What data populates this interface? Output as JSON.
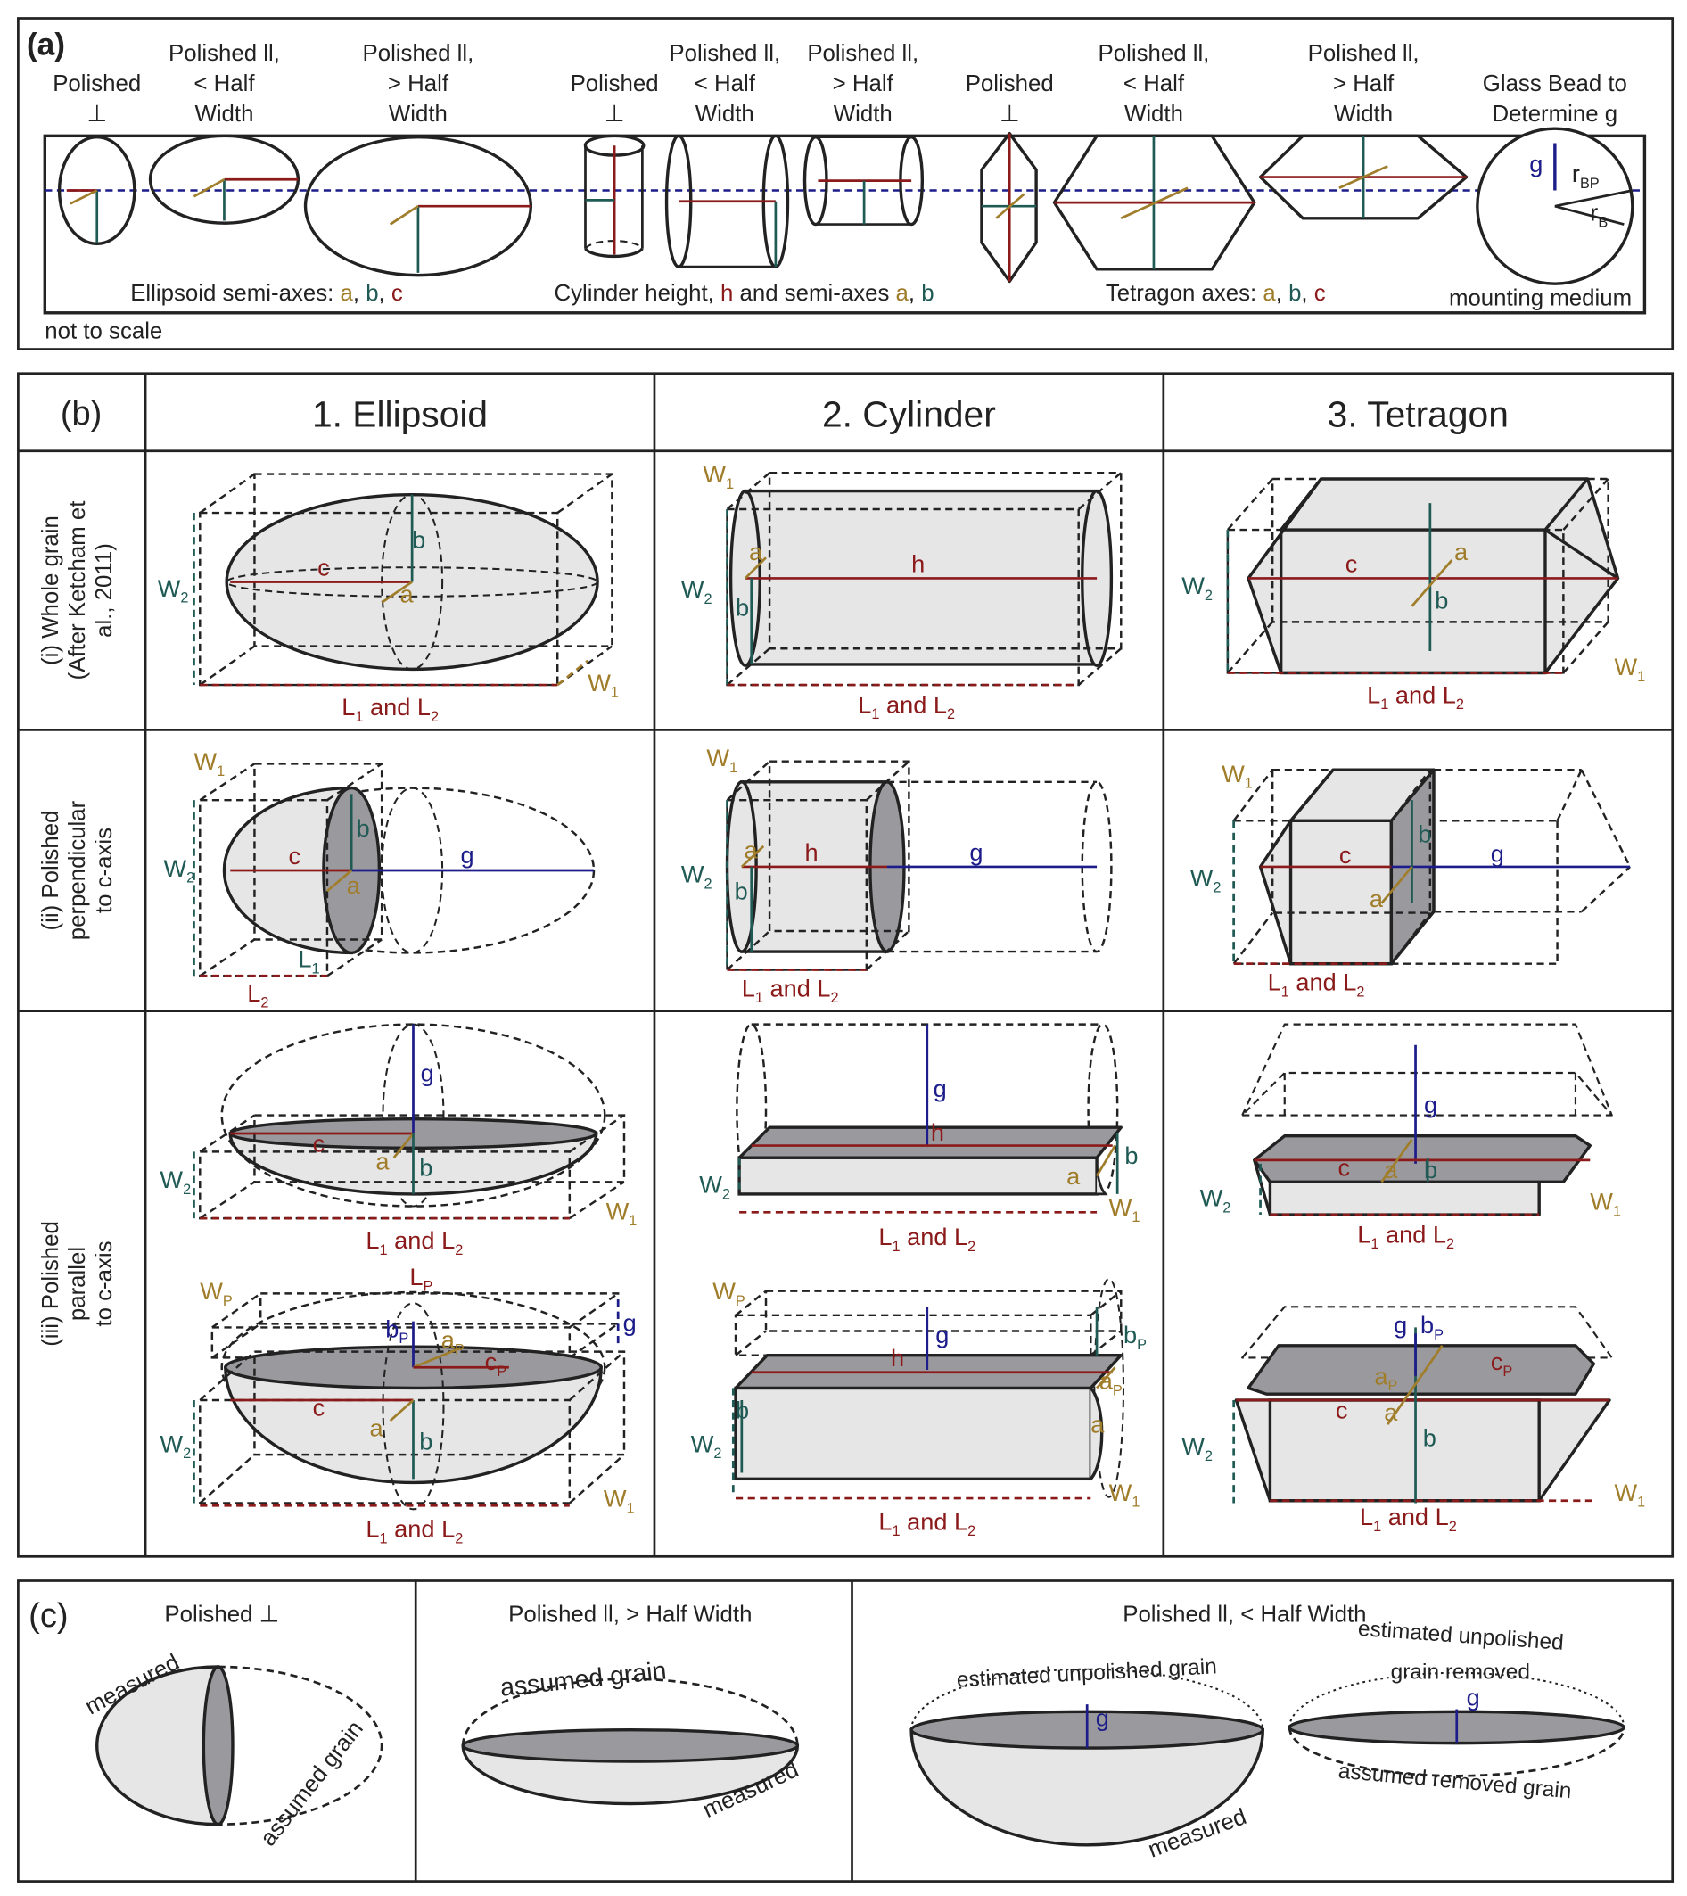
{
  "colors": {
    "red": "#8b1a1a",
    "olive": "#a07d2a",
    "teal": "#1f5a55",
    "navy": "#1c1c8a",
    "fill": "#e6e6e6",
    "dark": "#9a9a9e",
    "ink": "#222222",
    "guide": "#2a2a8a"
  },
  "sym": {
    "a": "a",
    "b": "b",
    "c": "c",
    "h": "h",
    "g": "g",
    "W": "W",
    "L": "L",
    "r": "r",
    "n1": "1",
    "n2": "2",
    "P": "P",
    "BP": "BP",
    "B": "B",
    "and": " and ",
    "comma": ", "
  },
  "panel_a": {
    "label": "(a)",
    "headers": [
      {
        "lines": [
          "Polished",
          "⊥"
        ]
      },
      {
        "lines": [
          "Polished ll,",
          "< Half",
          "Width"
        ]
      },
      {
        "lines": [
          "Polished ll,",
          "> Half",
          "Width"
        ]
      },
      {
        "lines": [
          "Polished",
          "⊥"
        ]
      },
      {
        "lines": [
          "Polished ll,",
          "< Half",
          "Width"
        ]
      },
      {
        "lines": [
          "Polished ll,",
          "> Half",
          "Width"
        ]
      },
      {
        "lines": [
          "Polished",
          "⊥"
        ]
      },
      {
        "lines": [
          "Polished ll,",
          "< Half",
          "Width"
        ]
      },
      {
        "lines": [
          "Polished ll,",
          "> Half",
          "Width"
        ]
      },
      {
        "lines": [
          "Glass Bead to",
          "Determine g"
        ]
      }
    ],
    "captions": {
      "ellipsoid_prefix": "Ellipsoid semi-axes: ",
      "cylinder_prefix": "Cylinder height, ",
      "cylinder_mid": " and semi-axes ",
      "tetragon_prefix": "Tetragon axes: "
    },
    "mounting_medium": "mounting medium",
    "not_to_scale": "not to scale"
  },
  "panel_b": {
    "label": "(b)",
    "columns": [
      "1. Ellipsoid",
      "2. Cylinder",
      "3. Tetragon"
    ],
    "rows": [
      {
        "lines": [
          "(i) Whole grain",
          "(After Ketcham et",
          "al., 2011)"
        ]
      },
      {
        "lines": [
          "(ii) Polished",
          "perpendicular",
          "to c-axis"
        ]
      },
      {
        "lines": [
          "(iii) Polished",
          "parallel",
          "to c-axis"
        ]
      }
    ]
  },
  "panel_c": {
    "label": "(c)",
    "titles": [
      "Polished ⊥",
      "Polished ll, > Half Width",
      "Polished ll, < Half Width"
    ],
    "measured": "measured",
    "assumed_grain": "assumed grain",
    "estimated_unpolished_grain": "estimated unpolished grain",
    "estimated_unpolished": "estimated unpolished",
    "grain_removed": "grain removed",
    "assumed_removed_grain": "assumed removed grain"
  }
}
